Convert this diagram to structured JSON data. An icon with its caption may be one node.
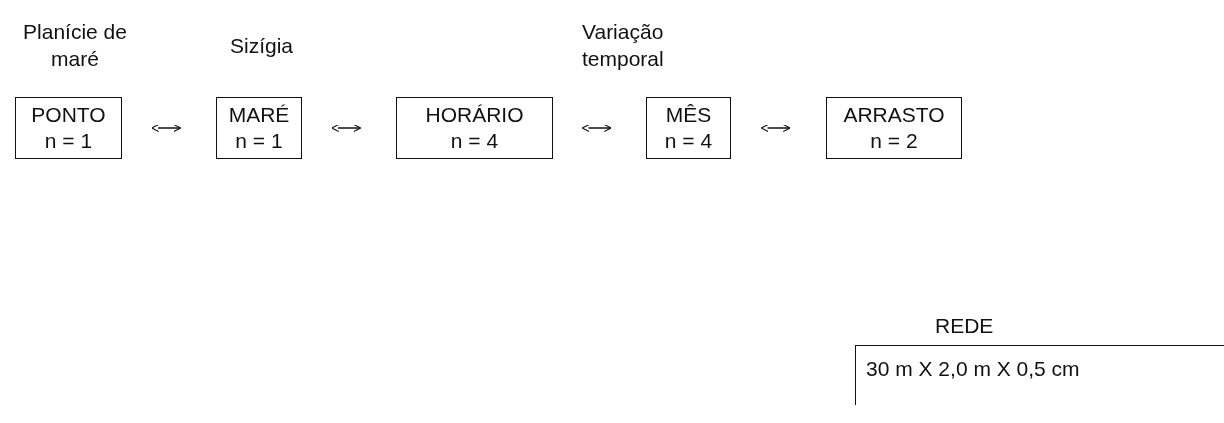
{
  "diagram": {
    "nodes": [
      {
        "text": [
          "PONTO",
          "n = 1"
        ]
      },
      {
        "text": [
          "MARÉ",
          "n = 1"
        ]
      },
      {
        "text": [
          "HORÁRIO",
          "n = 4"
        ]
      },
      {
        "text": [
          "MÊS",
          "n = 4"
        ]
      },
      {
        "text": [
          "ARRASTO",
          "n = 2"
        ]
      },
      {
        "text": [
          "30 m X 2,0 m X 0,5 cm"
        ]
      }
    ],
    "edges": [
      {
        "from": 0,
        "to": 1,
        "arrow": "both"
      },
      {
        "from": 1,
        "to": 2,
        "arrow": "both"
      },
      {
        "from": 2,
        "to": 3,
        "arrow": "both"
      },
      {
        "from": 3,
        "to": 4,
        "arrow": "both"
      }
    ],
    "labels": [
      "Planície de maré",
      "Sizígia",
      "Variação temporal",
      "REDE"
    ]
  }
}
